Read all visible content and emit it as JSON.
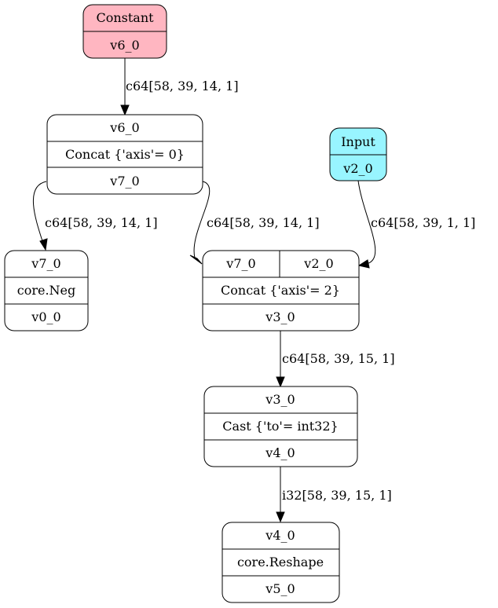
{
  "colors": {
    "constant_fill": "#ffb6c1",
    "input_fill": "#98f5ff",
    "default_fill": "#ffffff",
    "stroke": "#000000"
  },
  "nodes": {
    "constant": {
      "header": "Constant",
      "output": "v6_0"
    },
    "input": {
      "header": "Input",
      "output": "v2_0"
    },
    "concat_axis0": {
      "input": "v6_0",
      "op": "Concat {'axis'= 0}",
      "output": "v7_0"
    },
    "neg": {
      "input": "v7_0",
      "op": "core.Neg",
      "output": "v0_0"
    },
    "concat_axis2": {
      "input_a": "v7_0",
      "input_b": "v2_0",
      "op": "Concat {'axis'= 2}",
      "output": "v3_0"
    },
    "cast": {
      "input": "v3_0",
      "op": "Cast {'to'= int32}",
      "output": "v4_0"
    },
    "reshape": {
      "input": "v4_0",
      "op": "core.Reshape",
      "output": "v5_0"
    }
  },
  "edges": {
    "constant_to_concat0": "c64[58, 39, 14, 1]",
    "concat0_to_neg": "c64[58, 39, 14, 1]",
    "concat0_to_concat2": "c64[58, 39, 14, 1]",
    "input_to_concat2": "c64[58, 39, 1, 1]",
    "concat2_to_cast": "c64[58, 39, 15, 1]",
    "cast_to_reshape": "i32[58, 39, 15, 1]"
  }
}
